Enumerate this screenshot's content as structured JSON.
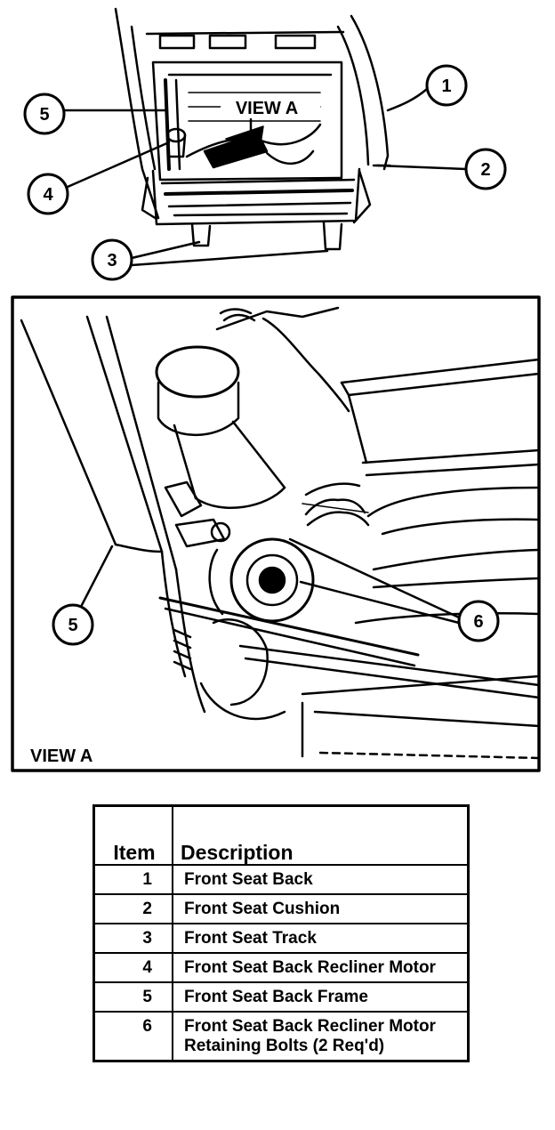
{
  "diagram": {
    "top_view": {
      "view_label": "VIEW A",
      "callouts": [
        {
          "number": "1"
        },
        {
          "number": "2"
        },
        {
          "number": "3"
        },
        {
          "number": "4"
        },
        {
          "number": "5"
        }
      ]
    },
    "detail_view": {
      "view_label": "VIEW A",
      "callouts": [
        {
          "number": "5"
        },
        {
          "number": "6"
        }
      ]
    }
  },
  "legend": {
    "headers": {
      "item": "Item",
      "description": "Description"
    },
    "rows": [
      {
        "item": "1",
        "description": "Front Seat Back"
      },
      {
        "item": "2",
        "description": "Front Seat Cushion"
      },
      {
        "item": "3",
        "description": "Front Seat Track"
      },
      {
        "item": "4",
        "description": "Front Seat Back Recliner Motor"
      },
      {
        "item": "5",
        "description": "Front Seat Back Frame"
      },
      {
        "item": "6",
        "description": "Front Seat Back Recliner Motor Retaining Bolts (2 Req'd)"
      }
    ]
  }
}
